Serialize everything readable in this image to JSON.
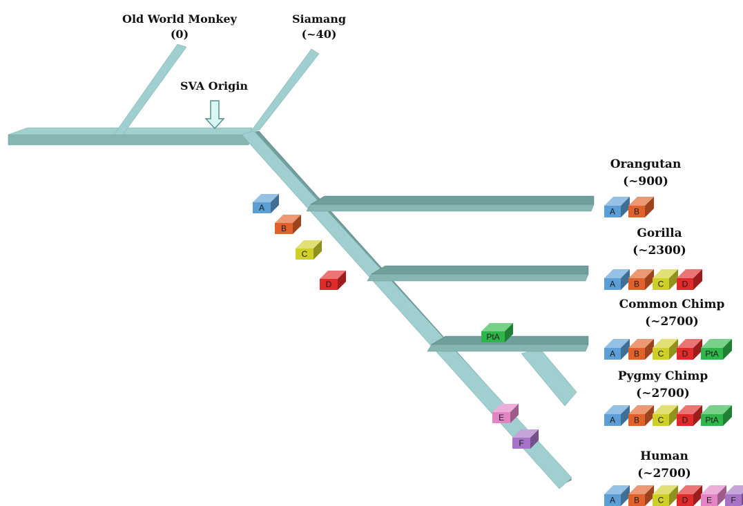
{
  "colors": {
    "branch_top": "#9fd0cf",
    "branch_side": "#6f9e9c",
    "branch_front": "#85b6b4",
    "arrow_fill": "#d9f7f5",
    "arrow_stroke": "#4a8a88",
    "label_text": "#111111",
    "background": "#ffffff"
  },
  "origin_label": "SVA Origin",
  "taxa": [
    {
      "id": "old-world-monkey",
      "name": "Old World Monkey",
      "count": "(0)"
    },
    {
      "id": "siamang",
      "name": "Siamang",
      "count": "(~40)"
    },
    {
      "id": "orangutan",
      "name": "Orangutan",
      "count": "(~900)"
    },
    {
      "id": "gorilla",
      "name": "Gorilla",
      "count": "(~2300)"
    },
    {
      "id": "common-chimp",
      "name": "Common Chimp",
      "count": "(~2700)"
    },
    {
      "id": "pygmy-chimp",
      "name": "Pygmy Chimp",
      "count": "(~2700)"
    },
    {
      "id": "human",
      "name": "Human",
      "count": "(~2700)"
    }
  ],
  "subfamilies": {
    "A": {
      "label": "A",
      "color": "#5b9fd6"
    },
    "B": {
      "label": "B",
      "color": "#e0612a"
    },
    "C": {
      "label": "C",
      "color": "#cfcf2a"
    },
    "D": {
      "label": "D",
      "color": "#e02a2a"
    },
    "E": {
      "label": "E",
      "color": "#e384c4"
    },
    "F": {
      "label": "F",
      "color": "#a673c7"
    },
    "PtA": {
      "label": "PtA",
      "color": "#2fb64a"
    }
  },
  "branch_markers": [
    "A",
    "B",
    "C",
    "D",
    "PtA",
    "E",
    "F"
  ],
  "taxon_subfamilies": {
    "orangutan": [
      "A",
      "B"
    ],
    "gorilla": [
      "A",
      "B",
      "C",
      "D"
    ],
    "common-chimp": [
      "A",
      "B",
      "C",
      "D",
      "PtA"
    ],
    "pygmy-chimp": [
      "A",
      "B",
      "C",
      "D",
      "PtA"
    ],
    "human": [
      "A",
      "B",
      "C",
      "D",
      "E",
      "F"
    ]
  }
}
